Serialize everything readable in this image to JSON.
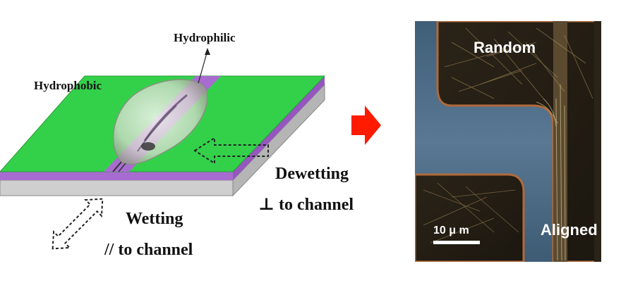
{
  "schematic": {
    "label_hydrophilic": "Hydrophilic",
    "label_hydrophobic": "Hydrophobic",
    "label_dewetting": "Dewetting",
    "label_dewetting_dir": "⊥ to channel",
    "label_wetting": "Wetting",
    "label_wetting_dir": "// to channel"
  },
  "micrograph": {
    "label_random": "Random",
    "label_aligned": "Aligned",
    "scale_bar_label": "10 μ m"
  },
  "colors": {
    "hydrophobic_surface": "#33d14a",
    "channel": "#a86cd0",
    "substrate": "#c9c9c9",
    "arrow": "#ff1a00",
    "micrograph_bg": "#4a6a85"
  }
}
